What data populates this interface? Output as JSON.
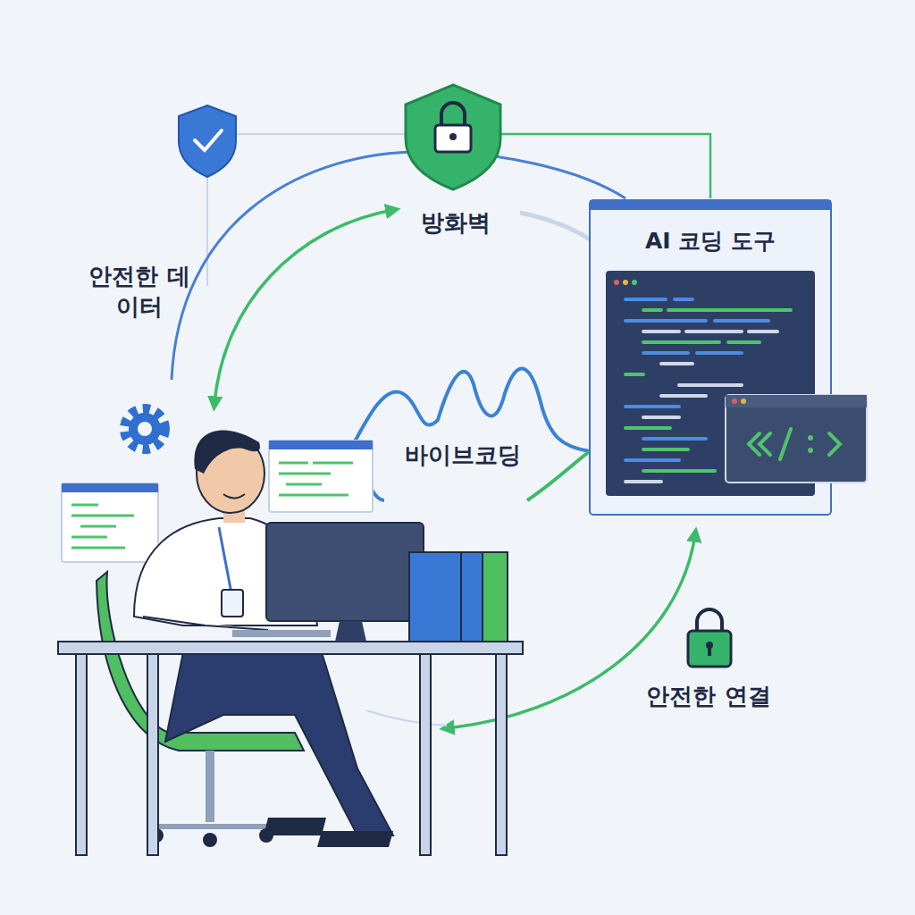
{
  "diagram": {
    "nodes": [
      {
        "text": [
          "AI 코딩 도구"
        ]
      }
    ],
    "labels": [
      "방화벽",
      "안전한 데이터",
      "바이브코딩",
      "안전한 연결"
    ]
  }
}
